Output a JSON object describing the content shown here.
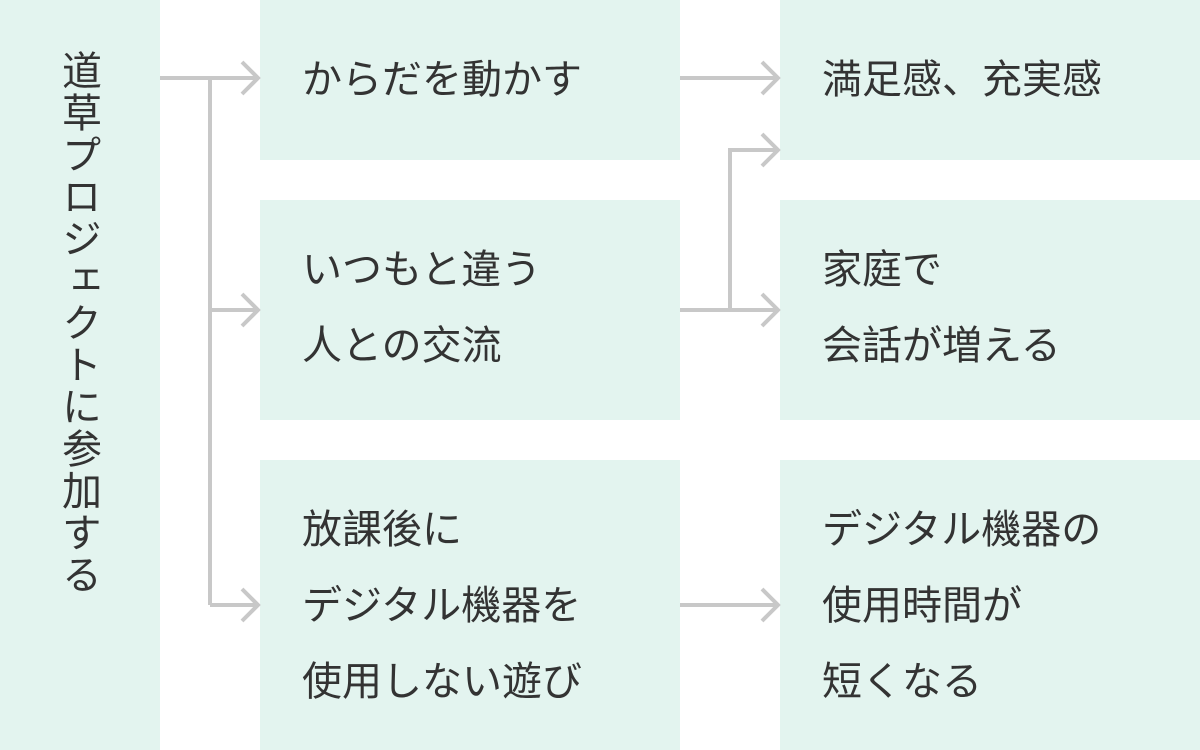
{
  "start": {
    "label": "道草プロジェクトに参加する"
  },
  "middle": [
    {
      "lines": [
        "からだを動かす"
      ]
    },
    {
      "lines": [
        "いつもと違う",
        "人との交流"
      ]
    },
    {
      "lines": [
        "放課後に",
        "デジタル機器を",
        "使用しない遊び"
      ]
    }
  ],
  "outcomes": [
    {
      "lines": [
        "満足感、充実感"
      ]
    },
    {
      "lines": [
        "家庭で",
        "会話が増える"
      ]
    },
    {
      "lines": [
        "デジタル機器の",
        "使用時間が",
        "短くなる"
      ]
    }
  ],
  "colors": {
    "box_fill": "#e3f4ef",
    "connector": "#c8c8c8",
    "text": "#333333"
  }
}
